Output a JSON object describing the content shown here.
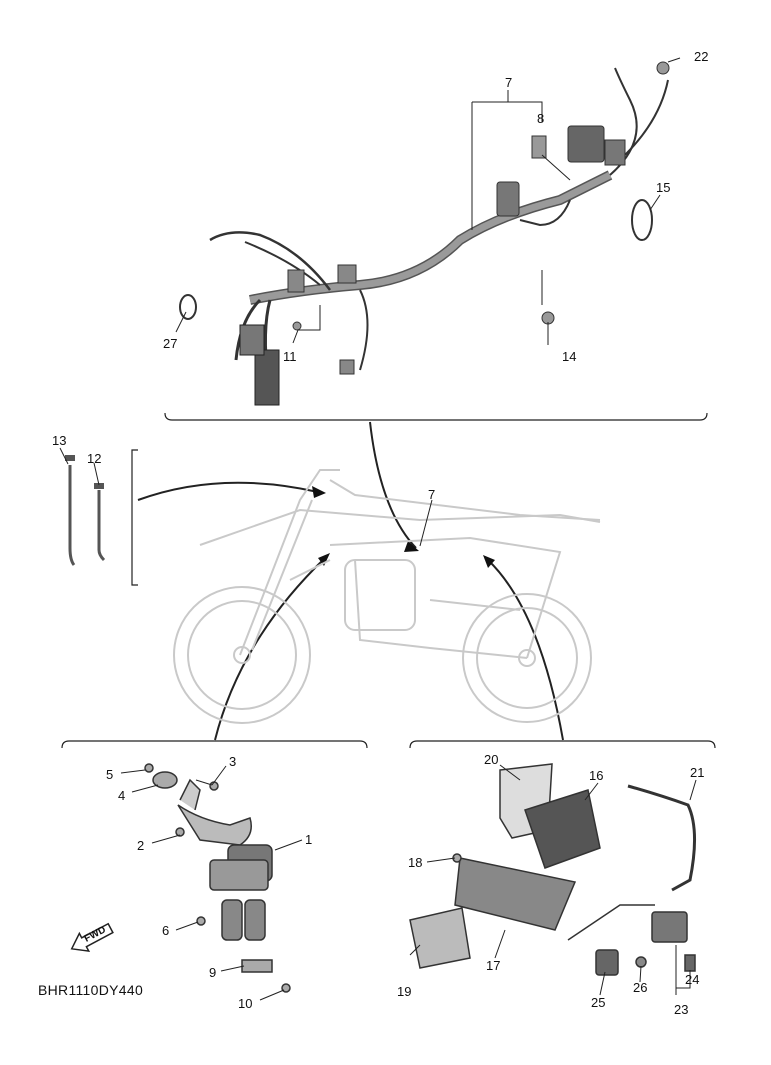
{
  "diagram_code": "BHR1110DY440",
  "fwd_label": "FWD",
  "callouts": {
    "c1": "1",
    "c2": "2",
    "c3": "3",
    "c4": "4",
    "c5": "5",
    "c6": "6",
    "c7a": "7",
    "c7b": "7",
    "c8": "8",
    "c9": "9",
    "c10": "10",
    "c11": "11",
    "c12": "12",
    "c13": "13",
    "c14": "14",
    "c15": "15",
    "c16": "16",
    "c17": "17",
    "c18": "18",
    "c19": "19",
    "c20": "20",
    "c21": "21",
    "c22": "22",
    "c23": "23",
    "c24": "24",
    "c25": "25",
    "c26": "26",
    "c27": "27"
  }
}
